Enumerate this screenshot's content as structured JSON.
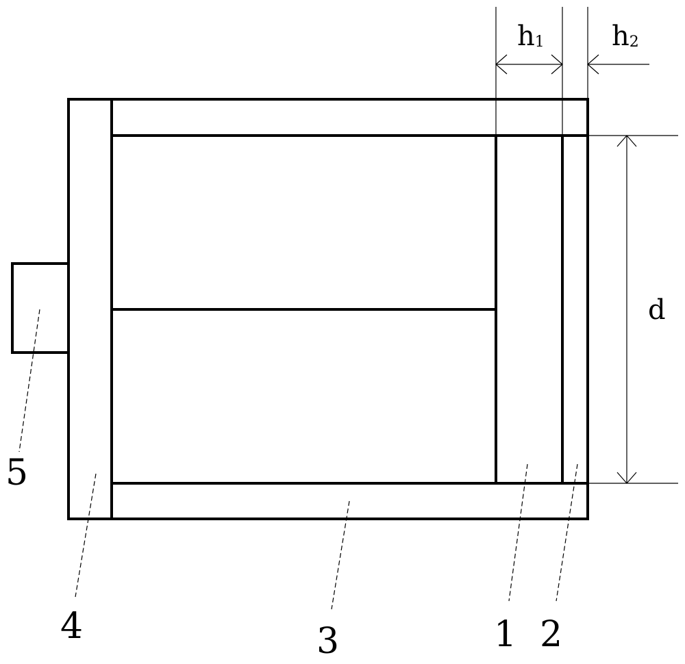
{
  "labels": {
    "part1": "1",
    "part2": "2",
    "part3": "3",
    "part4": "4",
    "part5": "5"
  },
  "dimensions": {
    "h1": {
      "base": "h",
      "sub": "1"
    },
    "h2": {
      "base": "h",
      "sub": "2"
    },
    "d": "d"
  }
}
